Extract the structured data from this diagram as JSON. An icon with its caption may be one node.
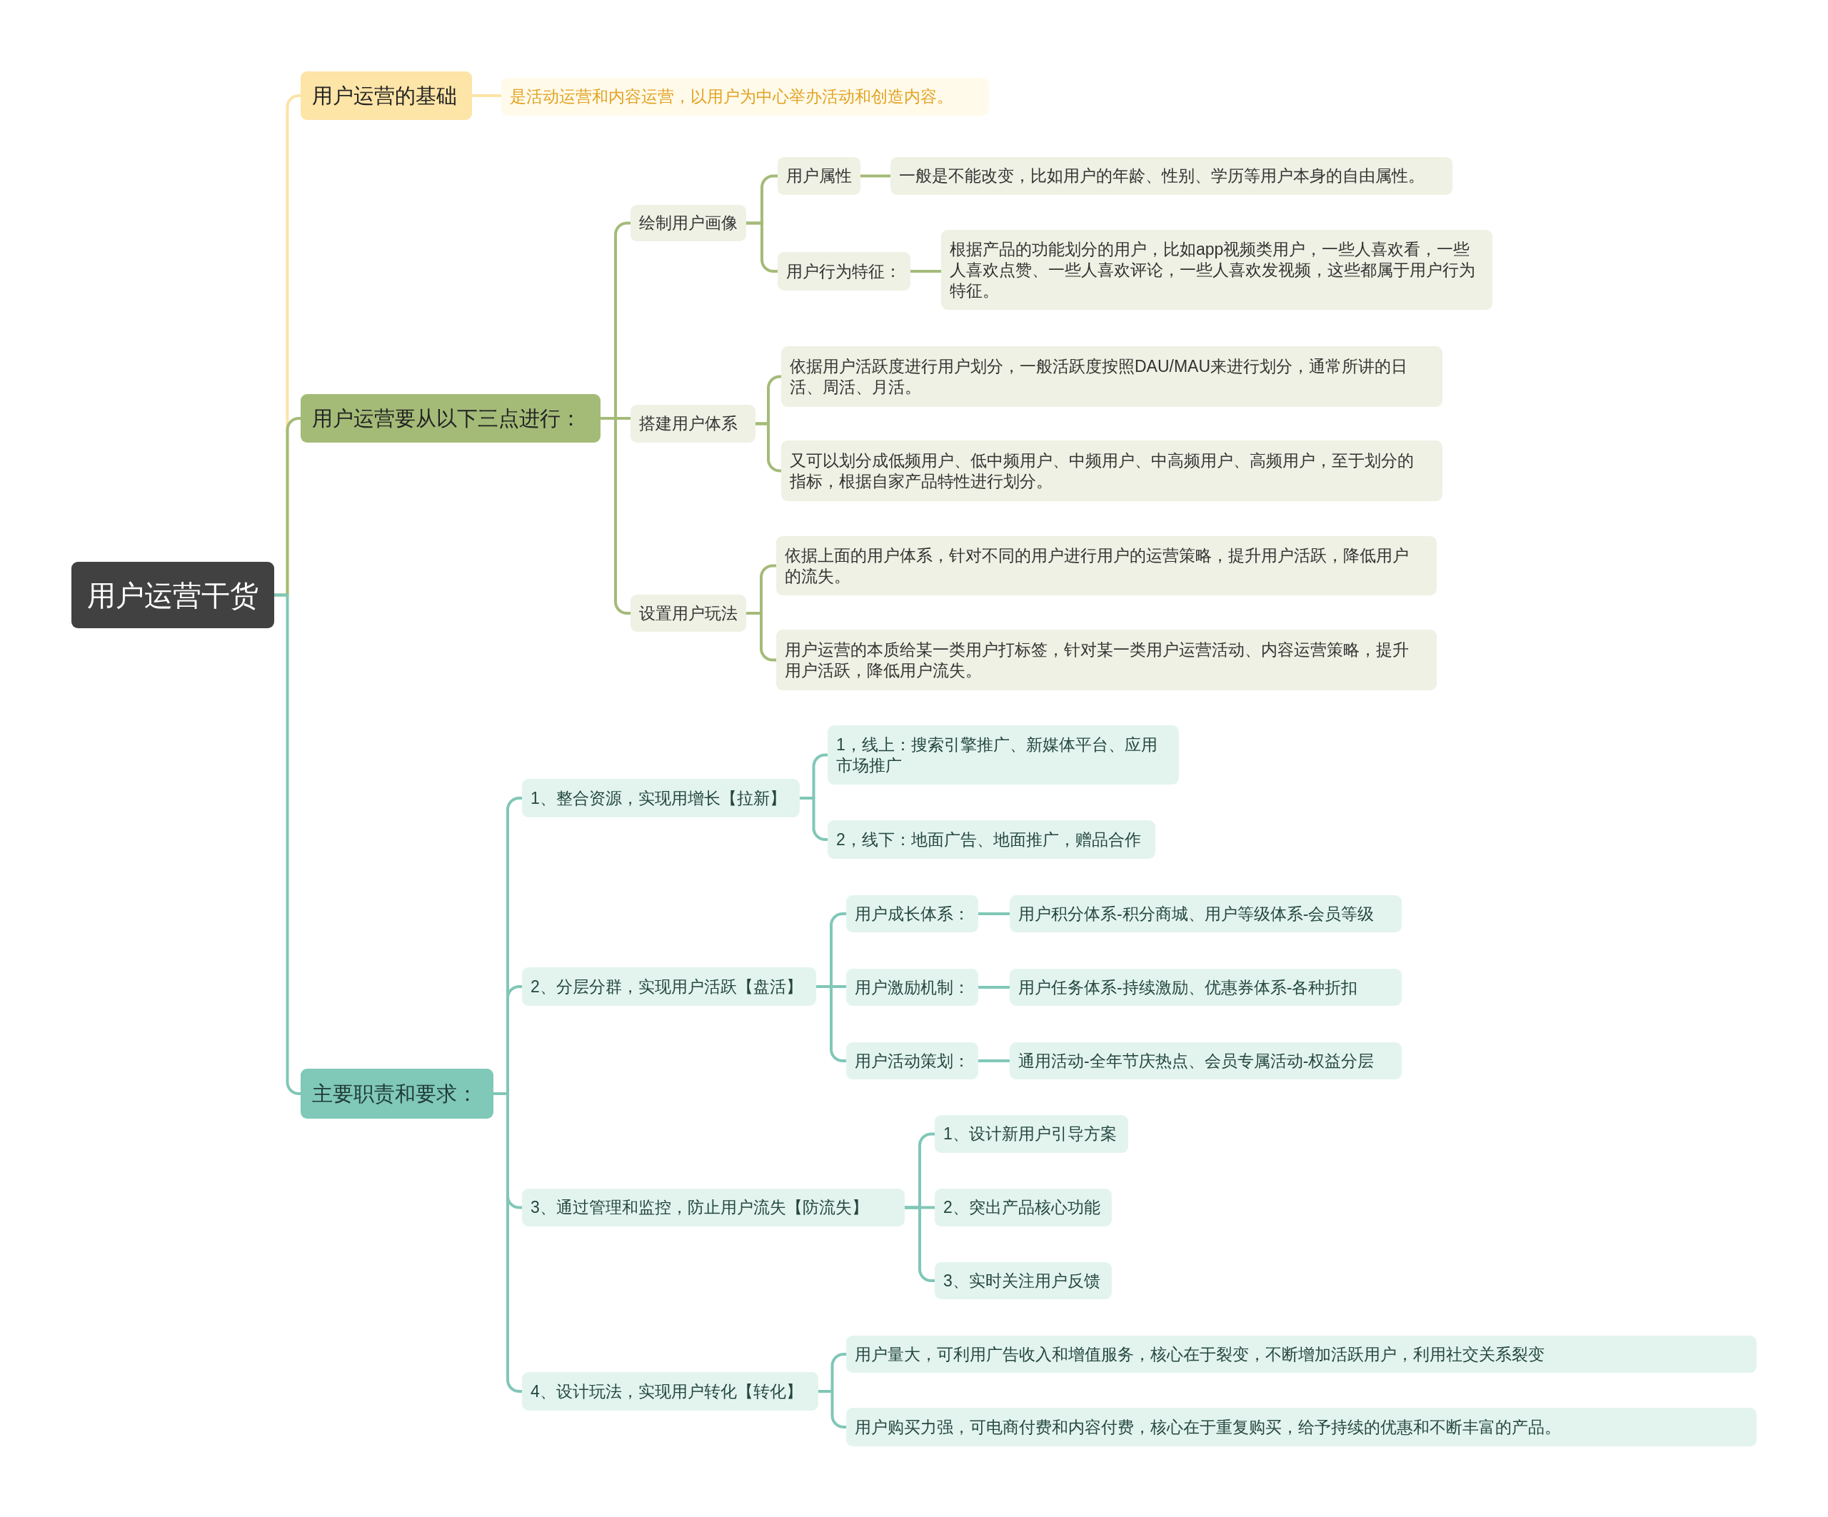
{
  "diagram": {
    "nodes": [
      {
        "text": [
          "用户运营干货"
        ]
      },
      {
        "text": [
          "用户运营的基础"
        ]
      },
      {
        "text": [
          "是活动运营和内容运营，以用户为中心举办活动和创造内容。"
        ]
      },
      {
        "text": [
          "用户运营要从以下三点进行："
        ]
      },
      {
        "text": [
          "绘制用户画像"
        ]
      },
      {
        "text": [
          "用户属性"
        ]
      },
      {
        "text": [
          "一般是不能改变，比如用户的年龄、性别、学历等用户本身的自由属性。"
        ]
      },
      {
        "text": [
          "用户行为特征："
        ]
      },
      {
        "text": [
          "根据产品的功能划分的用户，比如app视频类用户，一些人喜欢看，一些人喜欢点赞、一些人喜欢评论，一些人喜欢发视频，这些都属于用户行为特征。"
        ]
      },
      {
        "text": [
          "搭建用户体系"
        ]
      },
      {
        "text": [
          "依据用户活跃度进行用户划分，一般活跃度按照DAU/MAU来进行划分，通常所讲的日活、周活、月活。"
        ]
      },
      {
        "text": [
          "又可以划分成低频用户、低中频用户、中频用户、中高频用户、高频用户，至于划分的指标，根据自家产品特性进行划分。"
        ]
      },
      {
        "text": [
          "设置用户玩法"
        ]
      },
      {
        "text": [
          "依据上面的用户体系，针对不同的用户进行用户的运营策略，提升用户活跃，降低用户的流失。"
        ]
      },
      {
        "text": [
          "用户运营的本质给某一类用户打标签，针对某一类用户运营活动、内容运营策略，提升用户活跃，降低用户流失。"
        ]
      },
      {
        "text": [
          "主要职责和要求："
        ]
      },
      {
        "text": [
          "1、整合资源，实现用增长【拉新】"
        ]
      },
      {
        "text": [
          "1，线上：搜索引擎推广、新媒体平台、应用市场推广"
        ]
      },
      {
        "text": [
          "2，线下：地面广告、地面推广，赠品合作"
        ]
      },
      {
        "text": [
          "2、分层分群，实现用户活跃【盘活】"
        ]
      },
      {
        "text": [
          "用户成长体系："
        ]
      },
      {
        "text": [
          "用户积分体系-积分商城、用户等级体系-会员等级"
        ]
      },
      {
        "text": [
          "用户激励机制："
        ]
      },
      {
        "text": [
          "用户任务体系-持续激励、优惠券体系-各种折扣"
        ]
      },
      {
        "text": [
          "用户活动策划："
        ]
      },
      {
        "text": [
          "通用活动-全年节庆热点、会员专属活动-权益分层"
        ]
      },
      {
        "text": [
          "3、通过管理和监控，防止用户流失【防流失】"
        ]
      },
      {
        "text": [
          "1、设计新用户引导方案"
        ]
      },
      {
        "text": [
          "2、突出产品核心功能"
        ]
      },
      {
        "text": [
          "3、实时关注用户反馈"
        ]
      },
      {
        "text": [
          "4、设计玩法，实现用户转化【转化】"
        ]
      },
      {
        "text": [
          "用户量大，可利用广告收入和增值服务，核心在于裂变，不断增加活跃用户，利用社交关系裂变"
        ]
      },
      {
        "text": [
          "用户购买力强，可电商付费和内容付费，核心在于重复购买，给予持续的优惠和不断丰富的产品。"
        ]
      }
    ],
    "edges": [
      {
        "from": 0,
        "to": 1,
        "arrow": "none",
        "color": "#fce3a6"
      },
      {
        "from": 1,
        "to": 2,
        "arrow": "none",
        "color": "#fce3a6"
      },
      {
        "from": 0,
        "to": 3,
        "arrow": "none",
        "color": "#a4bb78"
      },
      {
        "from": 3,
        "to": 4,
        "arrow": "none",
        "color": "#a4bb78"
      },
      {
        "from": 4,
        "to": 5,
        "arrow": "none",
        "color": "#a4bb78"
      },
      {
        "from": 5,
        "to": 6,
        "arrow": "none",
        "color": "#a4bb78"
      },
      {
        "from": 4,
        "to": 7,
        "arrow": "none",
        "color": "#a4bb78"
      },
      {
        "from": 7,
        "to": 8,
        "arrow": "none",
        "color": "#a4bb78"
      },
      {
        "from": 3,
        "to": 9,
        "arrow": "none",
        "color": "#a4bb78"
      },
      {
        "from": 9,
        "to": 10,
        "arrow": "none",
        "color": "#a4bb78"
      },
      {
        "from": 9,
        "to": 11,
        "arrow": "none",
        "color": "#a4bb78"
      },
      {
        "from": 3,
        "to": 12,
        "arrow": "none",
        "color": "#a4bb78"
      },
      {
        "from": 12,
        "to": 13,
        "arrow": "none",
        "color": "#a4bb78"
      },
      {
        "from": 12,
        "to": 14,
        "arrow": "none",
        "color": "#a4bb78"
      },
      {
        "from": 0,
        "to": 15,
        "arrow": "none"
      },
      {
        "from": 15,
        "to": 16,
        "arrow": "none"
      },
      {
        "from": 16,
        "to": 17,
        "arrow": "none"
      },
      {
        "from": 16,
        "to": 18,
        "arrow": "none"
      },
      {
        "from": 15,
        "to": 19,
        "arrow": "none"
      },
      {
        "from": 19,
        "to": 20,
        "arrow": "none"
      },
      {
        "from": 20,
        "to": 21,
        "arrow": "none"
      },
      {
        "from": 19,
        "to": 22,
        "arrow": "none"
      },
      {
        "from": 22,
        "to": 23,
        "arrow": "none"
      },
      {
        "from": 19,
        "to": 24,
        "arrow": "none"
      },
      {
        "from": 24,
        "to": 25,
        "arrow": "none"
      },
      {
        "from": 15,
        "to": 26,
        "arrow": "none"
      },
      {
        "from": 26,
        "to": 27,
        "arrow": "none"
      },
      {
        "from": 26,
        "to": 28,
        "arrow": "none"
      },
      {
        "from": 26,
        "to": 29,
        "arrow": "none"
      },
      {
        "from": 15,
        "to": 30,
        "arrow": "none"
      },
      {
        "from": 30,
        "to": 31,
        "arrow": "none"
      },
      {
        "from": 30,
        "to": 32,
        "arrow": "none"
      }
    ]
  }
}
